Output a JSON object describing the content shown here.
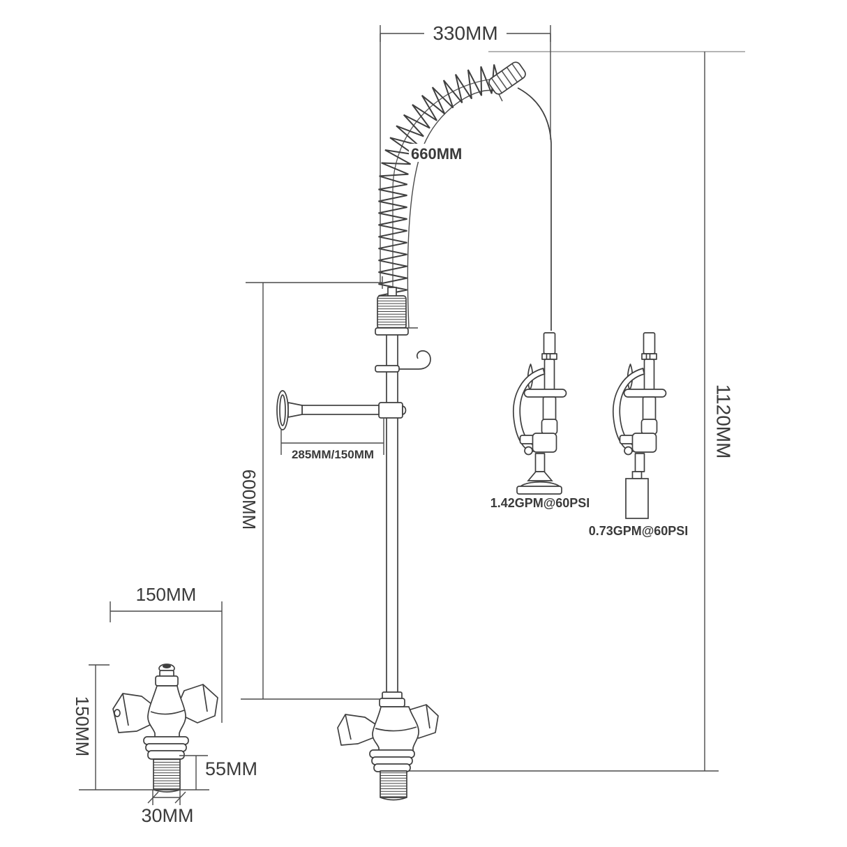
{
  "diagram": {
    "dims": {
      "top_width": "330MM",
      "hose_length": "660MM",
      "spout_reach": "285MM/150MM",
      "riser_height": "600MM",
      "overall_height": "1120MM",
      "detail_width": "150MM",
      "detail_height": "150MM",
      "shank_height": "55MM",
      "shank_diameter": "30MM"
    },
    "flow": {
      "spray_head_a": "1.42GPM@60PSI",
      "spray_head_b": "0.73GPM@60PSI"
    },
    "colors": {
      "line": "#3f3f3f",
      "dimension": "#4a4a4a",
      "reference": "#b5b5b5",
      "text": "#3a3a3a",
      "background": "#ffffff"
    }
  }
}
